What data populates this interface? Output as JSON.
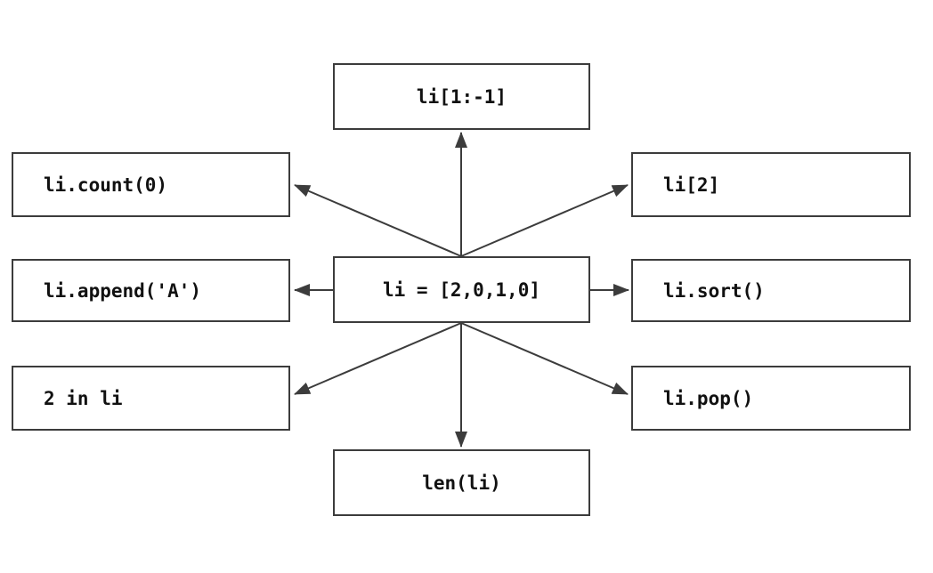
{
  "diagram": {
    "type": "radial-spoke",
    "stroke_color": "#3c3c3c",
    "text_color": "#111111",
    "background": "#ffffff",
    "center": {
      "id": "node-center",
      "label": "li = [2,0,1,0]"
    },
    "nodes": [
      {
        "id": "node-top",
        "label": "li[1:-1]",
        "position": "top"
      },
      {
        "id": "node-left-top",
        "label": "li.count(0)",
        "position": "upper-left"
      },
      {
        "id": "node-right-top",
        "label": "li[2]",
        "position": "upper-right"
      },
      {
        "id": "node-left-mid",
        "label": "li.append('A')",
        "position": "left"
      },
      {
        "id": "node-right-mid",
        "label": "li.sort()",
        "position": "right"
      },
      {
        "id": "node-left-bottom",
        "label": "2 in li",
        "position": "lower-left"
      },
      {
        "id": "node-right-bottom",
        "label": "li.pop()",
        "position": "lower-right"
      },
      {
        "id": "node-bottom",
        "label": "len(li)",
        "position": "bottom"
      }
    ],
    "edges": [
      {
        "from": "li = [2,0,1,0]",
        "to": "li[1:-1]",
        "direction": "up"
      },
      {
        "from": "li = [2,0,1,0]",
        "to": "li.count(0)",
        "direction": "upper-left"
      },
      {
        "from": "li = [2,0,1,0]",
        "to": "li[2]",
        "direction": "upper-right"
      },
      {
        "from": "li = [2,0,1,0]",
        "to": "li.append('A')",
        "direction": "left"
      },
      {
        "from": "li = [2,0,1,0]",
        "to": "li.sort()",
        "direction": "right"
      },
      {
        "from": "li = [2,0,1,0]",
        "to": "2 in li",
        "direction": "lower-left"
      },
      {
        "from": "li = [2,0,1,0]",
        "to": "li.pop()",
        "direction": "lower-right"
      },
      {
        "from": "li = [2,0,1,0]",
        "to": "len(li)",
        "direction": "down"
      }
    ]
  }
}
